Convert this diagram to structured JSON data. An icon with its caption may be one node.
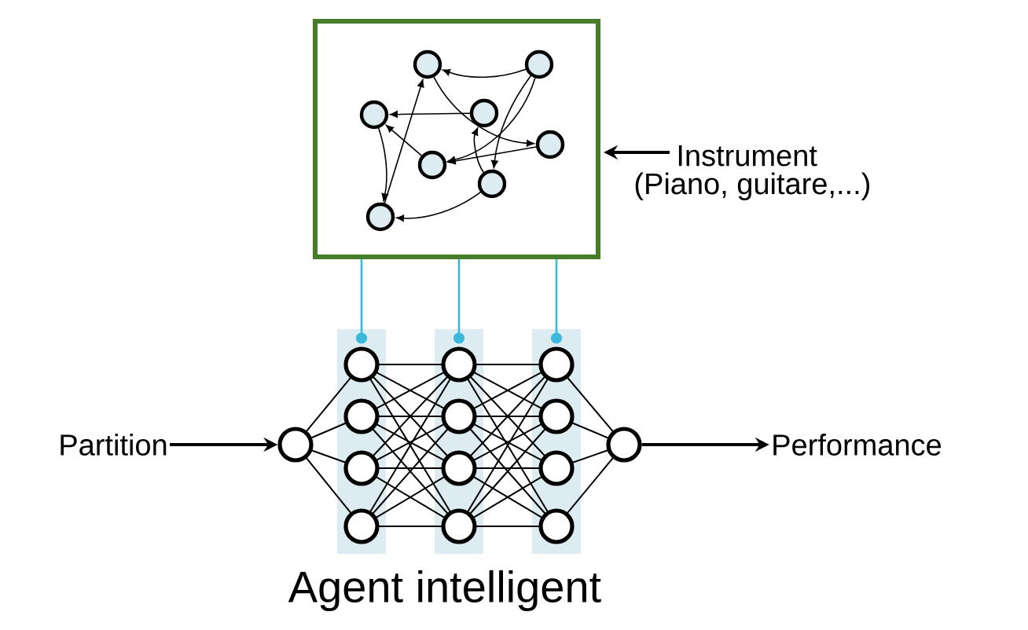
{
  "diagram": {
    "caption": "Agent intelligent",
    "nodes": [
      {
        "text": [],
        "shape": "box"
      },
      {
        "text": [
          "Instrument",
          "(Piano, guitare,...)"
        ]
      },
      {
        "text": [],
        "shape": "bar"
      },
      {
        "text": [],
        "shape": "bar"
      },
      {
        "text": [],
        "shape": "bar"
      },
      {
        "text": [],
        "shape": "circle"
      },
      {
        "text": [],
        "shape": "circle"
      },
      {
        "text": [
          "Partition"
        ]
      },
      {
        "text": [
          "Performance"
        ]
      }
    ],
    "edges": [
      {
        "from": 1,
        "to": 0,
        "arrow": "to"
      },
      {
        "from": 0,
        "to": 2,
        "arrow": "other",
        "color": "#3bb8dc"
      },
      {
        "from": 0,
        "to": 3,
        "arrow": "other",
        "color": "#3bb8dc"
      },
      {
        "from": 0,
        "to": 4,
        "arrow": "other",
        "color": "#3bb8dc"
      },
      {
        "from": 7,
        "to": 5,
        "arrow": "to"
      },
      {
        "from": 6,
        "to": 8,
        "arrow": "to"
      }
    ]
  }
}
